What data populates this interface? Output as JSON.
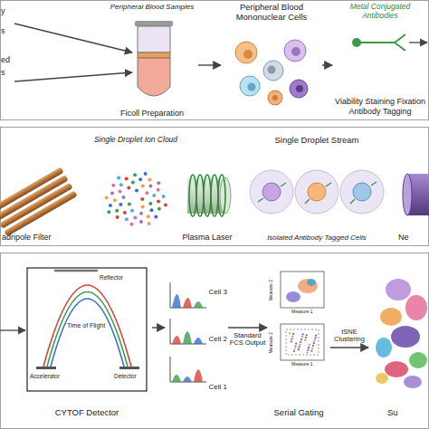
{
  "diagram": {
    "nodes": [
      {
        "text": [
          "Peripheral Blood Samples",
          "Ficoll Preparation"
        ]
      },
      {
        "text": [
          "Peripheral Blood Mononuclear Cells"
        ]
      },
      {
        "text": [
          "Metal Conjugated Antibodies",
          "Viability Staining Fixation Antibody Tagging"
        ]
      },
      {
        "text": [
          "adripole Filter"
        ]
      },
      {
        "text": [
          "Single Droplet Ion Cloud"
        ]
      },
      {
        "text": [
          "Plasma Laser"
        ]
      },
      {
        "text": [
          "Single Droplet Stream",
          "Isolated Antibody Tagged Cells"
        ]
      },
      {
        "text": [
          "Ne"
        ]
      },
      {
        "text": [
          "CYTOF Detector"
        ]
      },
      {
        "text": [
          "Cell 3",
          "Cell 2",
          "Cell 1"
        ]
      },
      {
        "text": [
          "Serial Gating"
        ]
      },
      {
        "text": [
          "Su"
        ]
      }
    ],
    "edges": [
      {
        "from": 0,
        "to": 1,
        "arrow": "to"
      },
      {
        "from": 1,
        "to": 2,
        "arrow": "to"
      },
      {
        "from": 8,
        "to": 9,
        "arrow": "to"
      },
      {
        "from": 9,
        "to": 10,
        "label": "Standard FCS Output",
        "arrow": "to"
      },
      {
        "from": 10,
        "to": 11,
        "label": "tSNE Clustering",
        "arrow": "to"
      }
    ],
    "labels": [
      "y",
      "s",
      "ed",
      "s",
      "Reflector",
      "Time of Flight",
      "Accelerator",
      "Detector",
      "Measure 2",
      "Measure 1",
      "Measure 2",
      "Measure 1"
    ]
  }
}
